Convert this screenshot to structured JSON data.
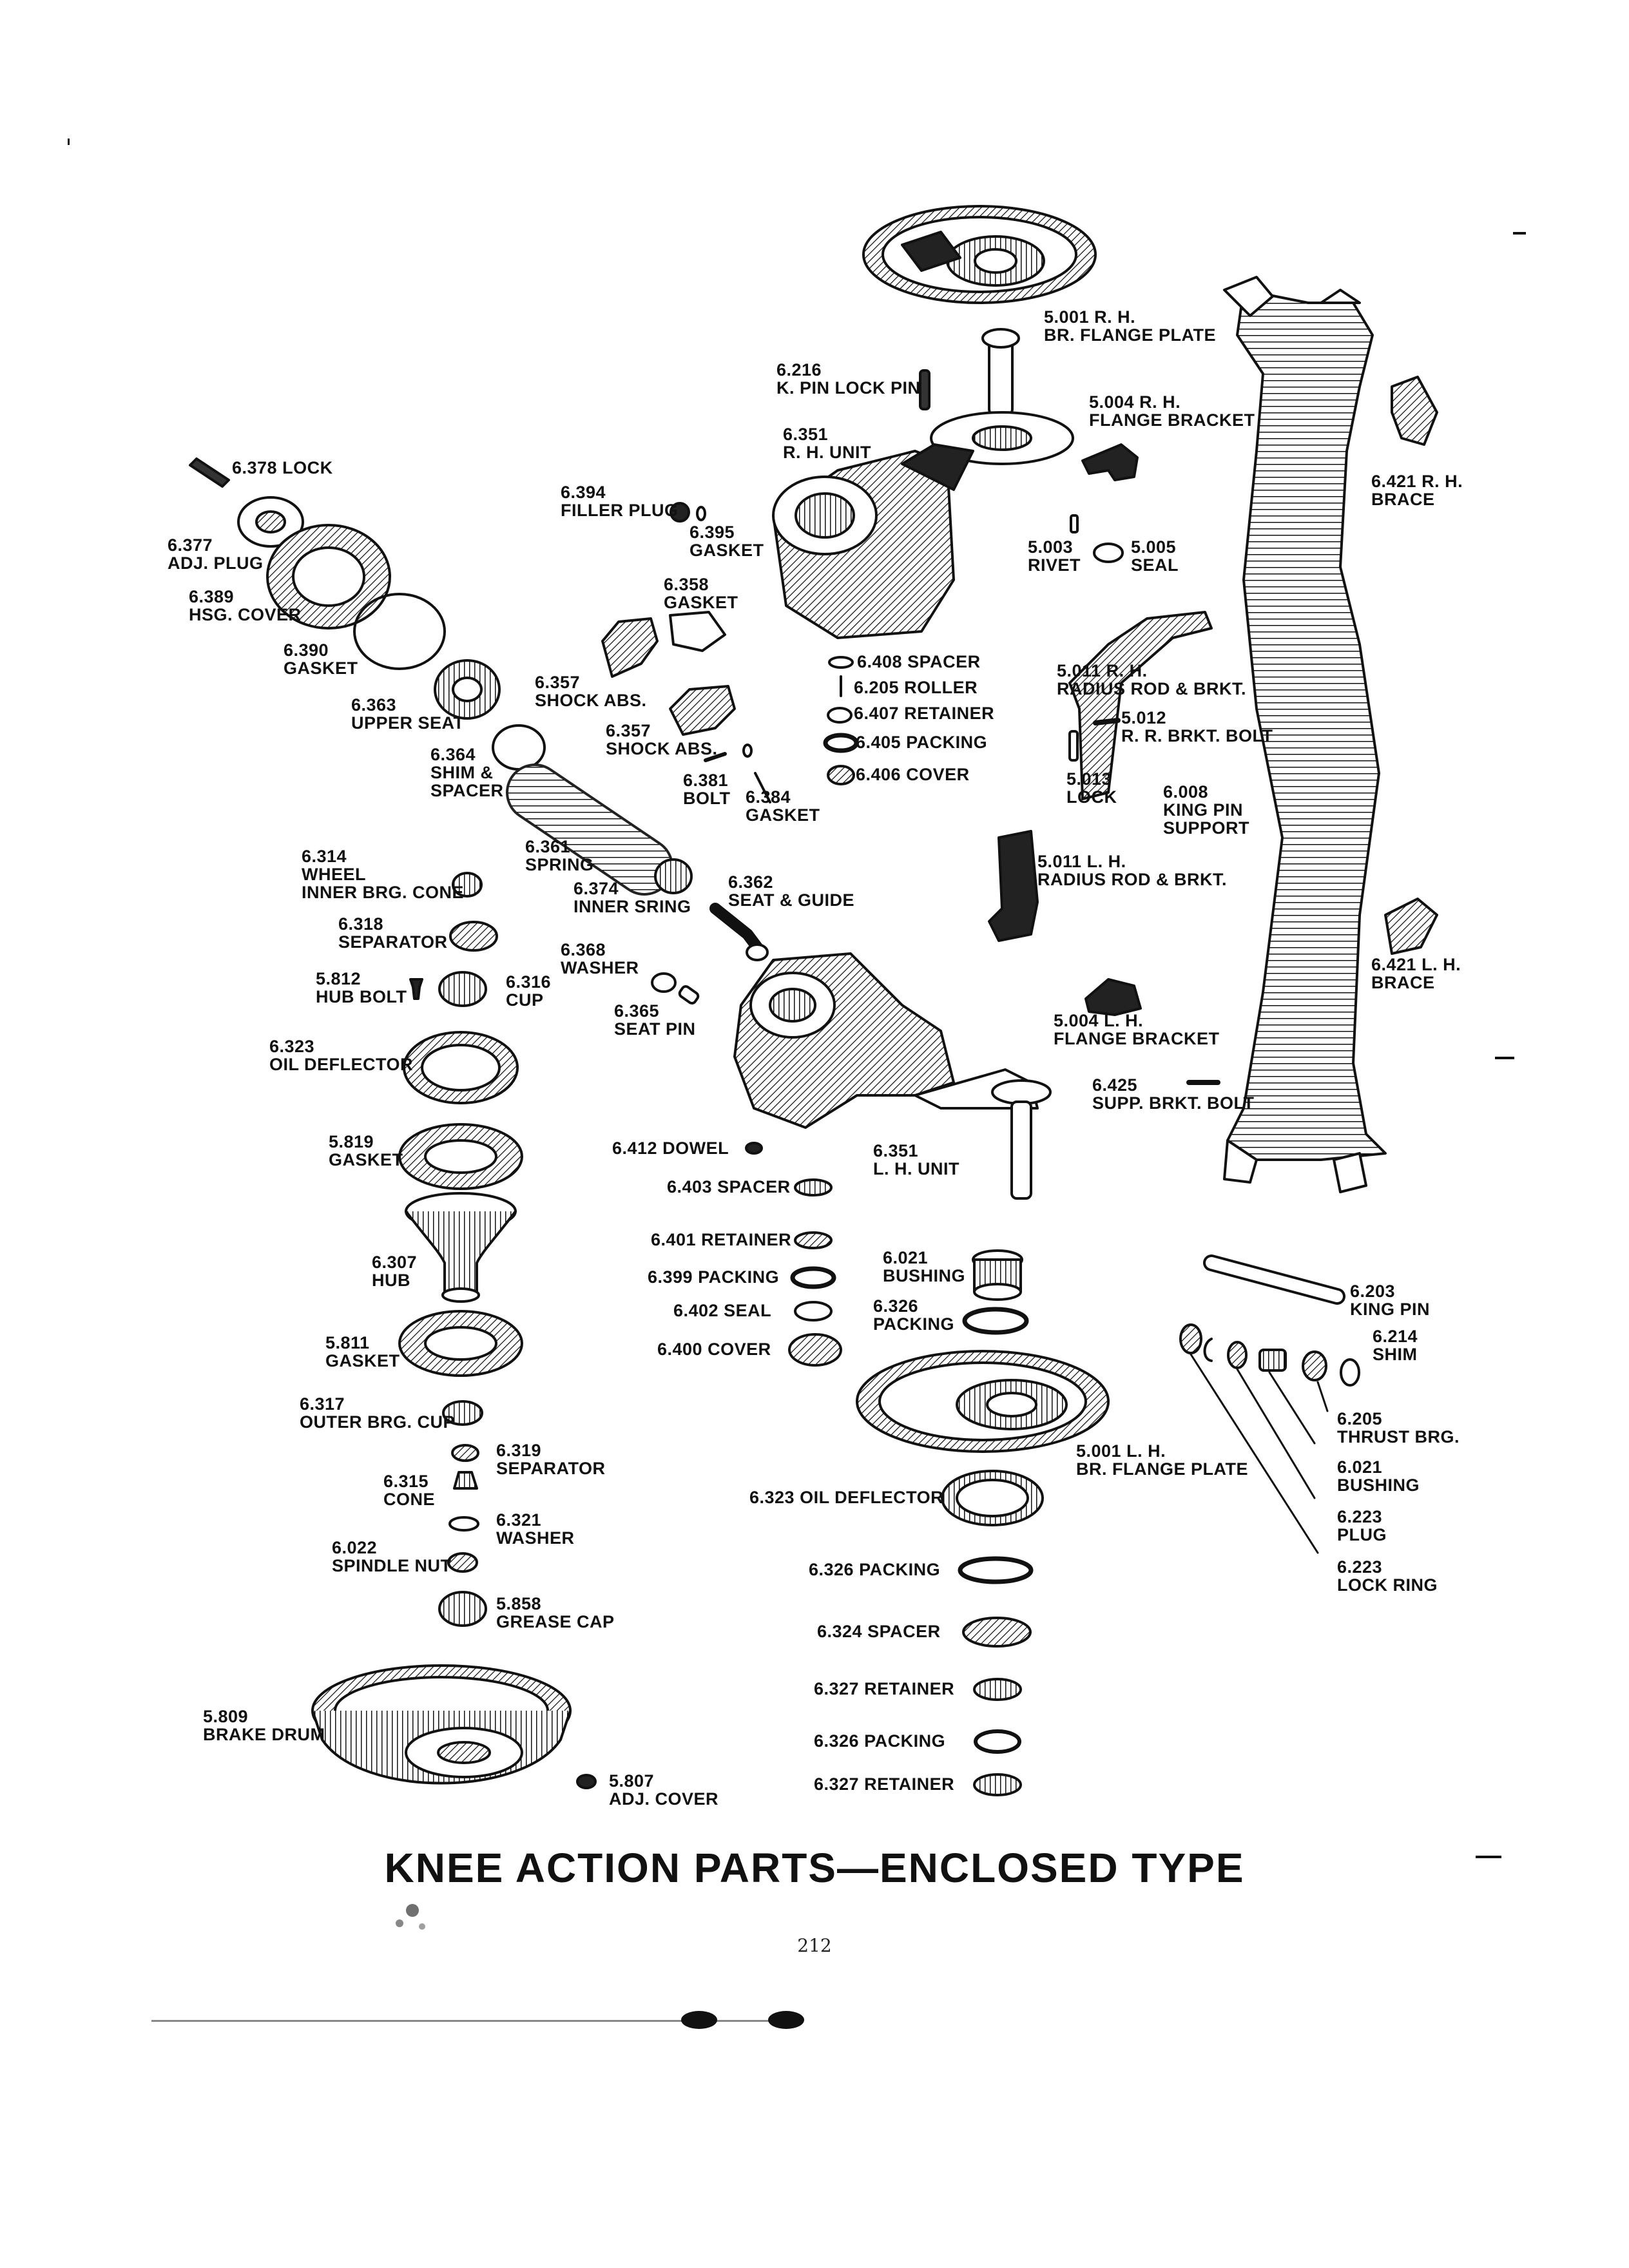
{
  "title": "KNEE ACTION PARTS—ENCLOSED TYPE",
  "page_number": "212",
  "parts": [
    {
      "id": "br-flange-plate-rh",
      "number": "5.001",
      "name": "R. H.\nBR. FLANGE PLATE"
    },
    {
      "id": "k-pin-lock-pin",
      "number": "6.216",
      "name": "K. PIN LOCK PIN"
    },
    {
      "id": "flange-bracket-rh",
      "number": "5.004",
      "name": "R. H.\nFLANGE BRACKET"
    },
    {
      "id": "rh-unit",
      "number": "6.351",
      "name": "R. H. UNIT"
    },
    {
      "id": "lock-6378",
      "number": "6.378",
      "name": "LOCK"
    },
    {
      "id": "filler-plug",
      "number": "6.394",
      "name": "FILLER PLUG"
    },
    {
      "id": "brace-rh",
      "number": "6.421",
      "name": "R. H.\nBRACE"
    },
    {
      "id": "adj-plug",
      "number": "6.377",
      "name": "ADJ. PLUG"
    },
    {
      "id": "gasket-6395",
      "number": "6.395",
      "name": "GASKET"
    },
    {
      "id": "rivet",
      "number": "5.003",
      "name": "RIVET"
    },
    {
      "id": "seal-5005",
      "number": "5.005",
      "name": "SEAL"
    },
    {
      "id": "hsg-cover",
      "number": "6.389",
      "name": "HSG. COVER"
    },
    {
      "id": "gasket-6358",
      "number": "6.358",
      "name": "GASKET"
    },
    {
      "id": "gasket-6390",
      "number": "6.390",
      "name": "GASKET"
    },
    {
      "id": "spacer-6408",
      "number": "6.408",
      "name": "SPACER"
    },
    {
      "id": "roller-6205",
      "number": "6.205",
      "name": "ROLLER"
    },
    {
      "id": "radius-rod-rh",
      "number": "5.011",
      "name": "R. H.\nRADIUS ROD & BRKT."
    },
    {
      "id": "shock-abs-upper",
      "number": "6.357",
      "name": "SHOCK ABS."
    },
    {
      "id": "upper-seat",
      "number": "6.363",
      "name": "UPPER SEAT"
    },
    {
      "id": "retainer-6407",
      "number": "6.407",
      "name": "RETAINER"
    },
    {
      "id": "rr-brkt-bolt",
      "number": "5.012",
      "name": "R. R. BRKT. BOLT"
    },
    {
      "id": "shock-abs-lower",
      "number": "6.357",
      "name": "SHOCK ABS."
    },
    {
      "id": "packing-6405",
      "number": "6.405",
      "name": "PACKING"
    },
    {
      "id": "shim-spacer",
      "number": "6.364",
      "name": "SHIM &\nSPACER"
    },
    {
      "id": "bolt-6381",
      "number": "6.381",
      "name": "BOLT"
    },
    {
      "id": "gasket-6384",
      "number": "6.384",
      "name": "GASKET"
    },
    {
      "id": "cover-6406",
      "number": "6.406",
      "name": "COVER"
    },
    {
      "id": "lock-5013",
      "number": "5.013",
      "name": "LOCK"
    },
    {
      "id": "king-pin-support",
      "number": "6.008",
      "name": "KING PIN\nSUPPORT"
    },
    {
      "id": "spring",
      "number": "6.361",
      "name": "SPRING"
    },
    {
      "id": "wheel-inner-brg-cone",
      "number": "6.314",
      "name": "WHEEL\nINNER BRG. CONE"
    },
    {
      "id": "radius-rod-lh",
      "number": "5.011",
      "name": "L. H.\nRADIUS ROD & BRKT."
    },
    {
      "id": "inner-spring",
      "number": "6.374",
      "name": "INNER SRING"
    },
    {
      "id": "seat-guide",
      "number": "6.362",
      "name": "SEAT & GUIDE"
    },
    {
      "id": "separator-6318",
      "number": "6.318",
      "name": "SEPARATOR"
    },
    {
      "id": "washer-6368",
      "number": "6.368",
      "name": "WASHER"
    },
    {
      "id": "brace-lh",
      "number": "6.421",
      "name": "L. H.\nBRACE"
    },
    {
      "id": "hub-bolt",
      "number": "5.812",
      "name": "HUB BOLT"
    },
    {
      "id": "cup-6316",
      "number": "6.316",
      "name": "CUP"
    },
    {
      "id": "seat-pin",
      "number": "6.365",
      "name": "SEAT PIN"
    },
    {
      "id": "flange-bracket-lh",
      "number": "5.004",
      "name": "L. H.\nFLANGE BRACKET"
    },
    {
      "id": "oil-deflector-6323a",
      "number": "6.323",
      "name": "OIL DEFLECTOR"
    },
    {
      "id": "supp-brkt-bolt",
      "number": "6.425",
      "name": "SUPP. BRKT. BOLT"
    },
    {
      "id": "gasket-5819",
      "number": "5.819",
      "name": "GASKET"
    },
    {
      "id": "dowel",
      "number": "6.412",
      "name": "DOWEL"
    },
    {
      "id": "lh-unit",
      "number": "6.351",
      "name": "L. H. UNIT"
    },
    {
      "id": "spacer-6403",
      "number": "6.403",
      "name": "SPACER"
    },
    {
      "id": "retainer-6401",
      "number": "6.401",
      "name": "RETAINER"
    },
    {
      "id": "bushing-6021a",
      "number": "6.021",
      "name": "BUSHING"
    },
    {
      "id": "hub",
      "number": "6.307",
      "name": "HUB"
    },
    {
      "id": "packing-6399",
      "number": "6.399",
      "name": "PACKING"
    },
    {
      "id": "king-pin",
      "number": "6.203",
      "name": "KING PIN"
    },
    {
      "id": "seal-6402",
      "number": "6.402",
      "name": "SEAL"
    },
    {
      "id": "packing-6326a",
      "number": "6.326",
      "name": "PACKING"
    },
    {
      "id": "shim-6214",
      "number": "6.214",
      "name": "SHIM"
    },
    {
      "id": "gasket-5811",
      "number": "5.811",
      "name": "GASKET"
    },
    {
      "id": "cover-6400",
      "number": "6.400",
      "name": "COVER"
    },
    {
      "id": "outer-brg-cup",
      "number": "6.317",
      "name": "OUTER BRG. CUP"
    },
    {
      "id": "thrust-brg",
      "number": "6.205",
      "name": "THRUST BRG."
    },
    {
      "id": "br-flange-plate-lh",
      "number": "5.001",
      "name": "L. H.\nBR. FLANGE PLATE"
    },
    {
      "id": "separator-6319",
      "number": "6.319",
      "name": "SEPARATOR"
    },
    {
      "id": "cone-6315",
      "number": "6.315",
      "name": "CONE"
    },
    {
      "id": "bushing-6021b",
      "number": "6.021",
      "name": "BUSHING"
    },
    {
      "id": "oil-deflector-6323b",
      "number": "6.323",
      "name": "OIL DEFLECTOR"
    },
    {
      "id": "plug-6223",
      "number": "6.223",
      "name": "PLUG"
    },
    {
      "id": "washer-6321",
      "number": "6.321",
      "name": "WASHER"
    },
    {
      "id": "spindle-nut",
      "number": "6.022",
      "name": "SPINDLE NUT"
    },
    {
      "id": "lock-ring-6223",
      "number": "6.223",
      "name": "LOCK RING"
    },
    {
      "id": "packing-6326b",
      "number": "6.326",
      "name": "PACKING"
    },
    {
      "id": "grease-cap",
      "number": "5.858",
      "name": "GREASE CAP"
    },
    {
      "id": "spacer-6324",
      "number": "6.324",
      "name": "SPACER"
    },
    {
      "id": "retainer-6327a",
      "number": "6.327",
      "name": "RETAINER"
    },
    {
      "id": "brake-drum",
      "number": "5.809",
      "name": "BRAKE DRUM"
    },
    {
      "id": "packing-6326c",
      "number": "6.326",
      "name": "PACKING"
    },
    {
      "id": "adj-cover",
      "number": "5.807",
      "name": "ADJ. COVER"
    },
    {
      "id": "retainer-6327b",
      "number": "6.327",
      "name": "RETAINER"
    }
  ]
}
